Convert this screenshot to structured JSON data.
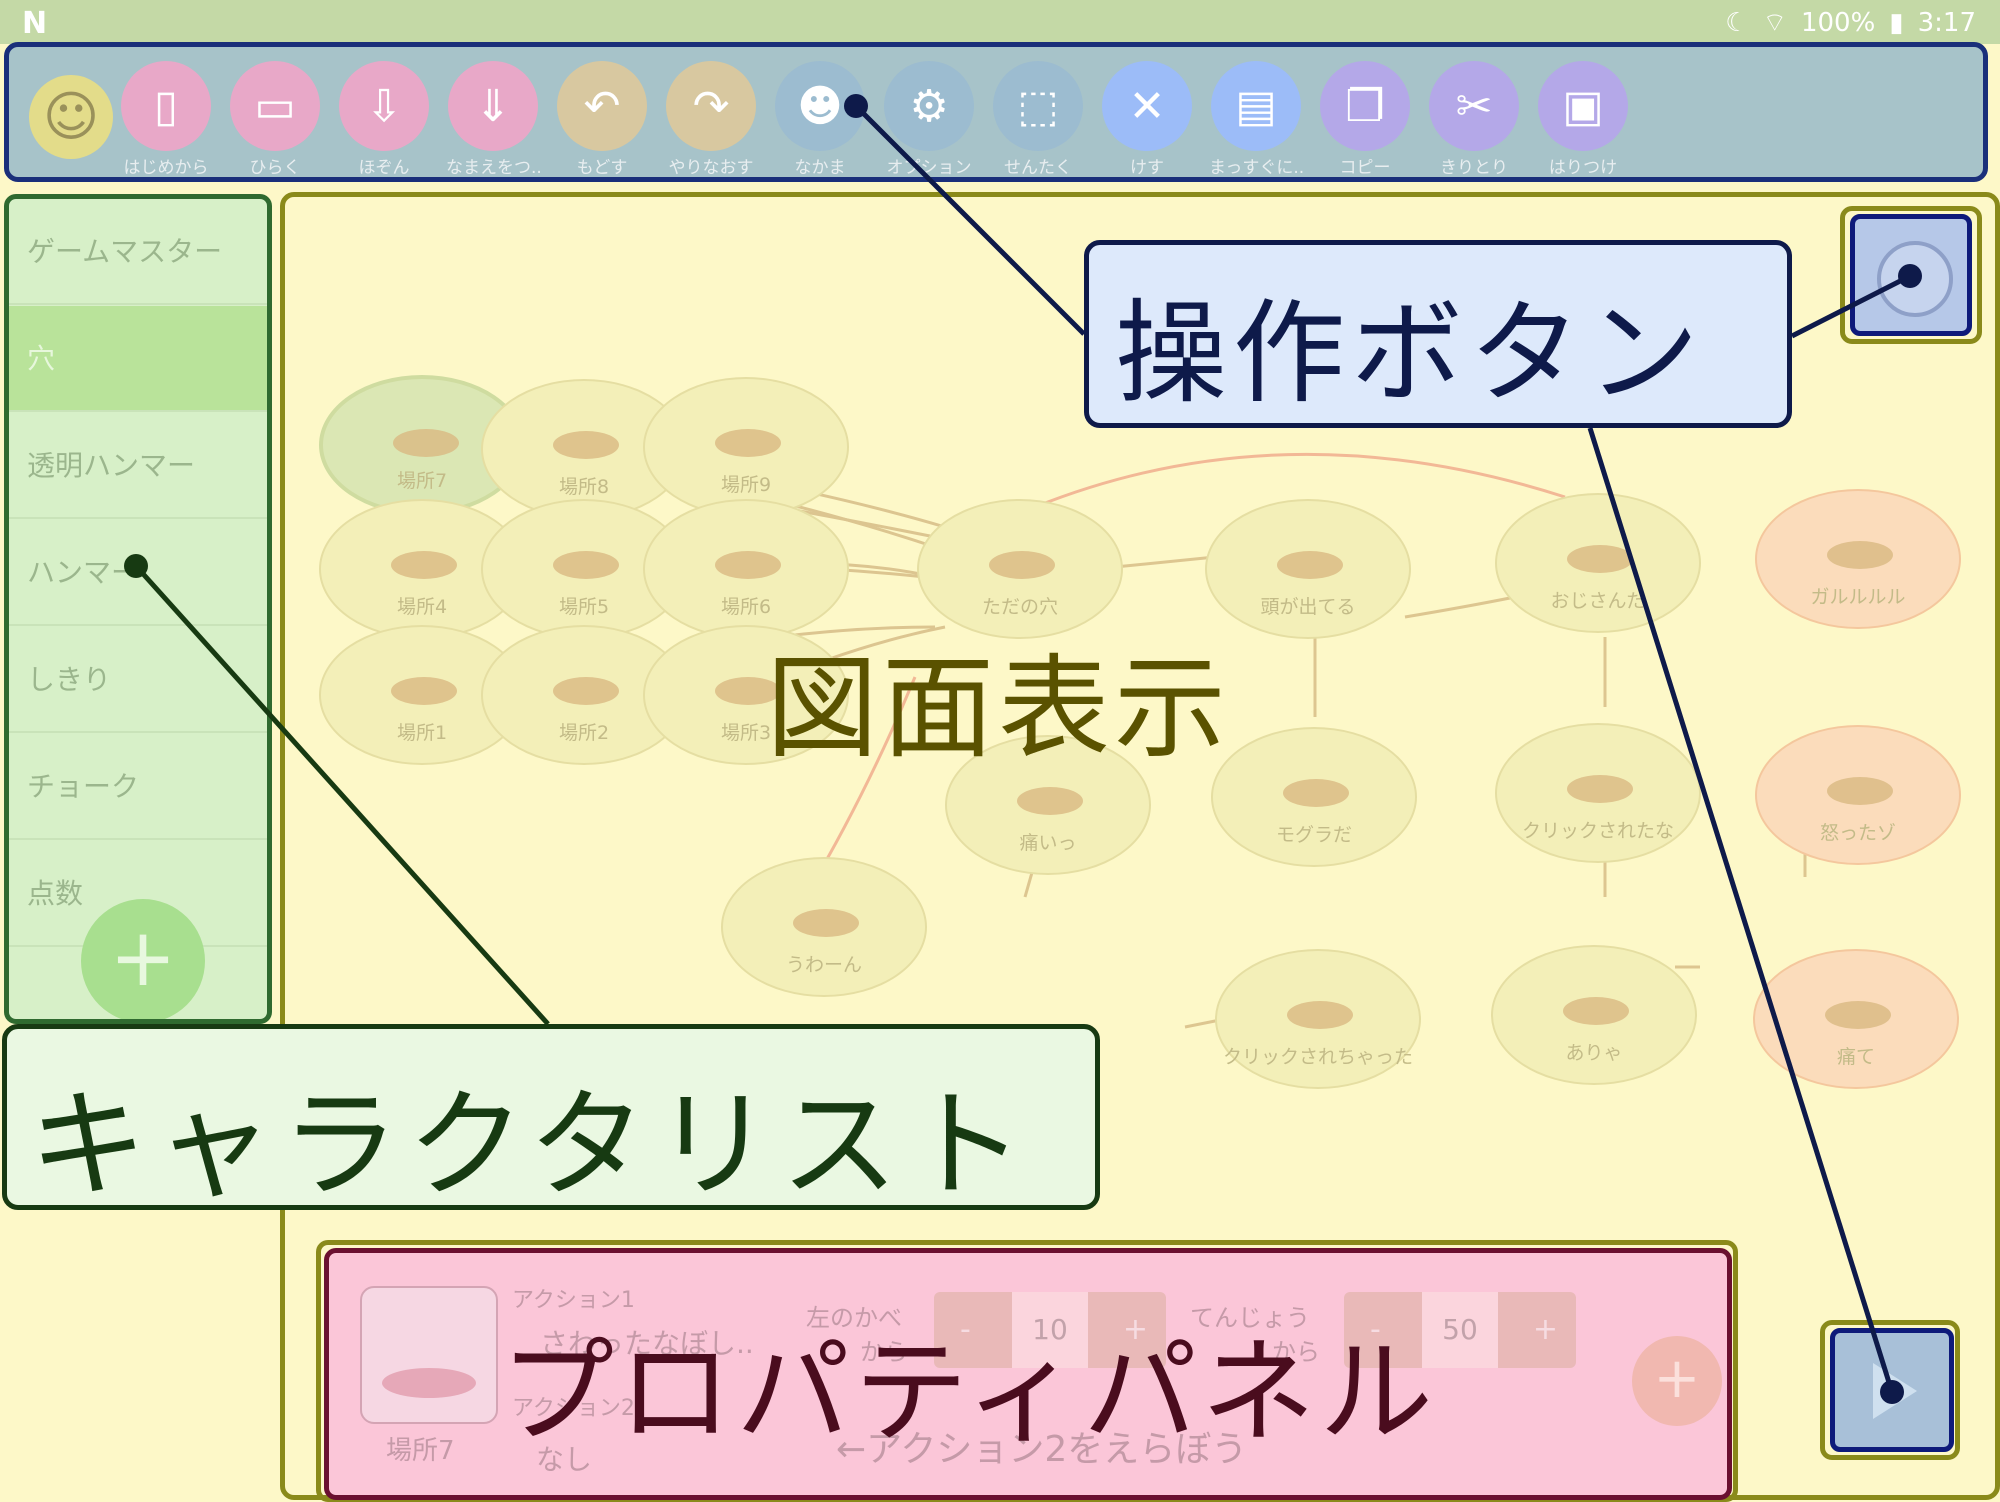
{
  "status_bar": {
    "time": "3:17",
    "battery": "100%"
  },
  "toolbar": {
    "buttons": [
      {
        "label": "はじめから",
        "icon": "new-document-icon",
        "color": "#e8a8c8"
      },
      {
        "label": "ひらく",
        "icon": "folder-icon",
        "color": "#e8a8c8"
      },
      {
        "label": "ほぞん",
        "icon": "save-icon",
        "color": "#e8a8c8"
      },
      {
        "label": "なまえをつ..",
        "icon": "save-as-icon",
        "color": "#e8a8c8"
      },
      {
        "label": "もどす",
        "icon": "undo-icon",
        "color": "#d8c8a0"
      },
      {
        "label": "やりなおす",
        "icon": "redo-icon",
        "color": "#d8c8a0"
      },
      {
        "label": "なかま",
        "icon": "group-icon",
        "color": "#9cbcd0"
      },
      {
        "label": "オプション",
        "icon": "gear-icon",
        "color": "#9cbcd0"
      },
      {
        "label": "せんたく",
        "icon": "select-icon",
        "color": "#9cbcd0"
      },
      {
        "label": "けす",
        "icon": "delete-icon",
        "color": "#9cbcf8"
      },
      {
        "label": "まっすぐに..",
        "icon": "ruler-icon",
        "color": "#9cbcf8"
      },
      {
        "label": "コピー",
        "icon": "copy-icon",
        "color": "#b4a8e8"
      },
      {
        "label": "きりとり",
        "icon": "cut-icon",
        "color": "#b4a8e8"
      },
      {
        "label": "はりつけ",
        "icon": "paste-icon",
        "color": "#b4a8e8"
      }
    ]
  },
  "sidebar": {
    "items": [
      {
        "label": "ゲームマスター"
      },
      {
        "label": "穴"
      },
      {
        "label": "透明ハンマー"
      },
      {
        "label": "ハンマー"
      },
      {
        "label": "しきり"
      },
      {
        "label": "チョーク"
      },
      {
        "label": "点数"
      }
    ],
    "add_label": "+"
  },
  "nodes": [
    {
      "label": "場所7"
    },
    {
      "label": "場所8"
    },
    {
      "label": "場所9"
    },
    {
      "label": "場所4"
    },
    {
      "label": "場所5"
    },
    {
      "label": "場所6"
    },
    {
      "label": "場所1"
    },
    {
      "label": "場所2"
    },
    {
      "label": "場所3"
    },
    {
      "label": "ただの穴"
    },
    {
      "label": "頭が出てる"
    },
    {
      "label": "おじさんだ"
    },
    {
      "label": "ガルルルル"
    },
    {
      "label": "痛いっ"
    },
    {
      "label": "モグラだ"
    },
    {
      "label": "クリックされたな"
    },
    {
      "label": "怒ったゾ"
    },
    {
      "label": "うわーん"
    },
    {
      "label": "クリックされちゃった"
    },
    {
      "label": "ありゃ"
    },
    {
      "label": "痛て"
    }
  ],
  "annotations": {
    "operation_buttons": "操作ボタン",
    "drawing_view": "図面表示",
    "character_list": "キャラクタリスト",
    "property_panel": "プロパティパネル"
  },
  "property_panel": {
    "thumb_label": "場所7",
    "action1_title": "アクション1",
    "action1_value": "さわったなぼし..",
    "action2_title": "アクション2",
    "action2_value": "なし",
    "left_wall_label": "左のかべ",
    "from_label": "から",
    "left_wall_value": "10",
    "ceiling_label": "てんじょう",
    "ceiling_value": "50",
    "hint": "←アクション2をえらぼう",
    "plus": "+",
    "minus": "-"
  }
}
